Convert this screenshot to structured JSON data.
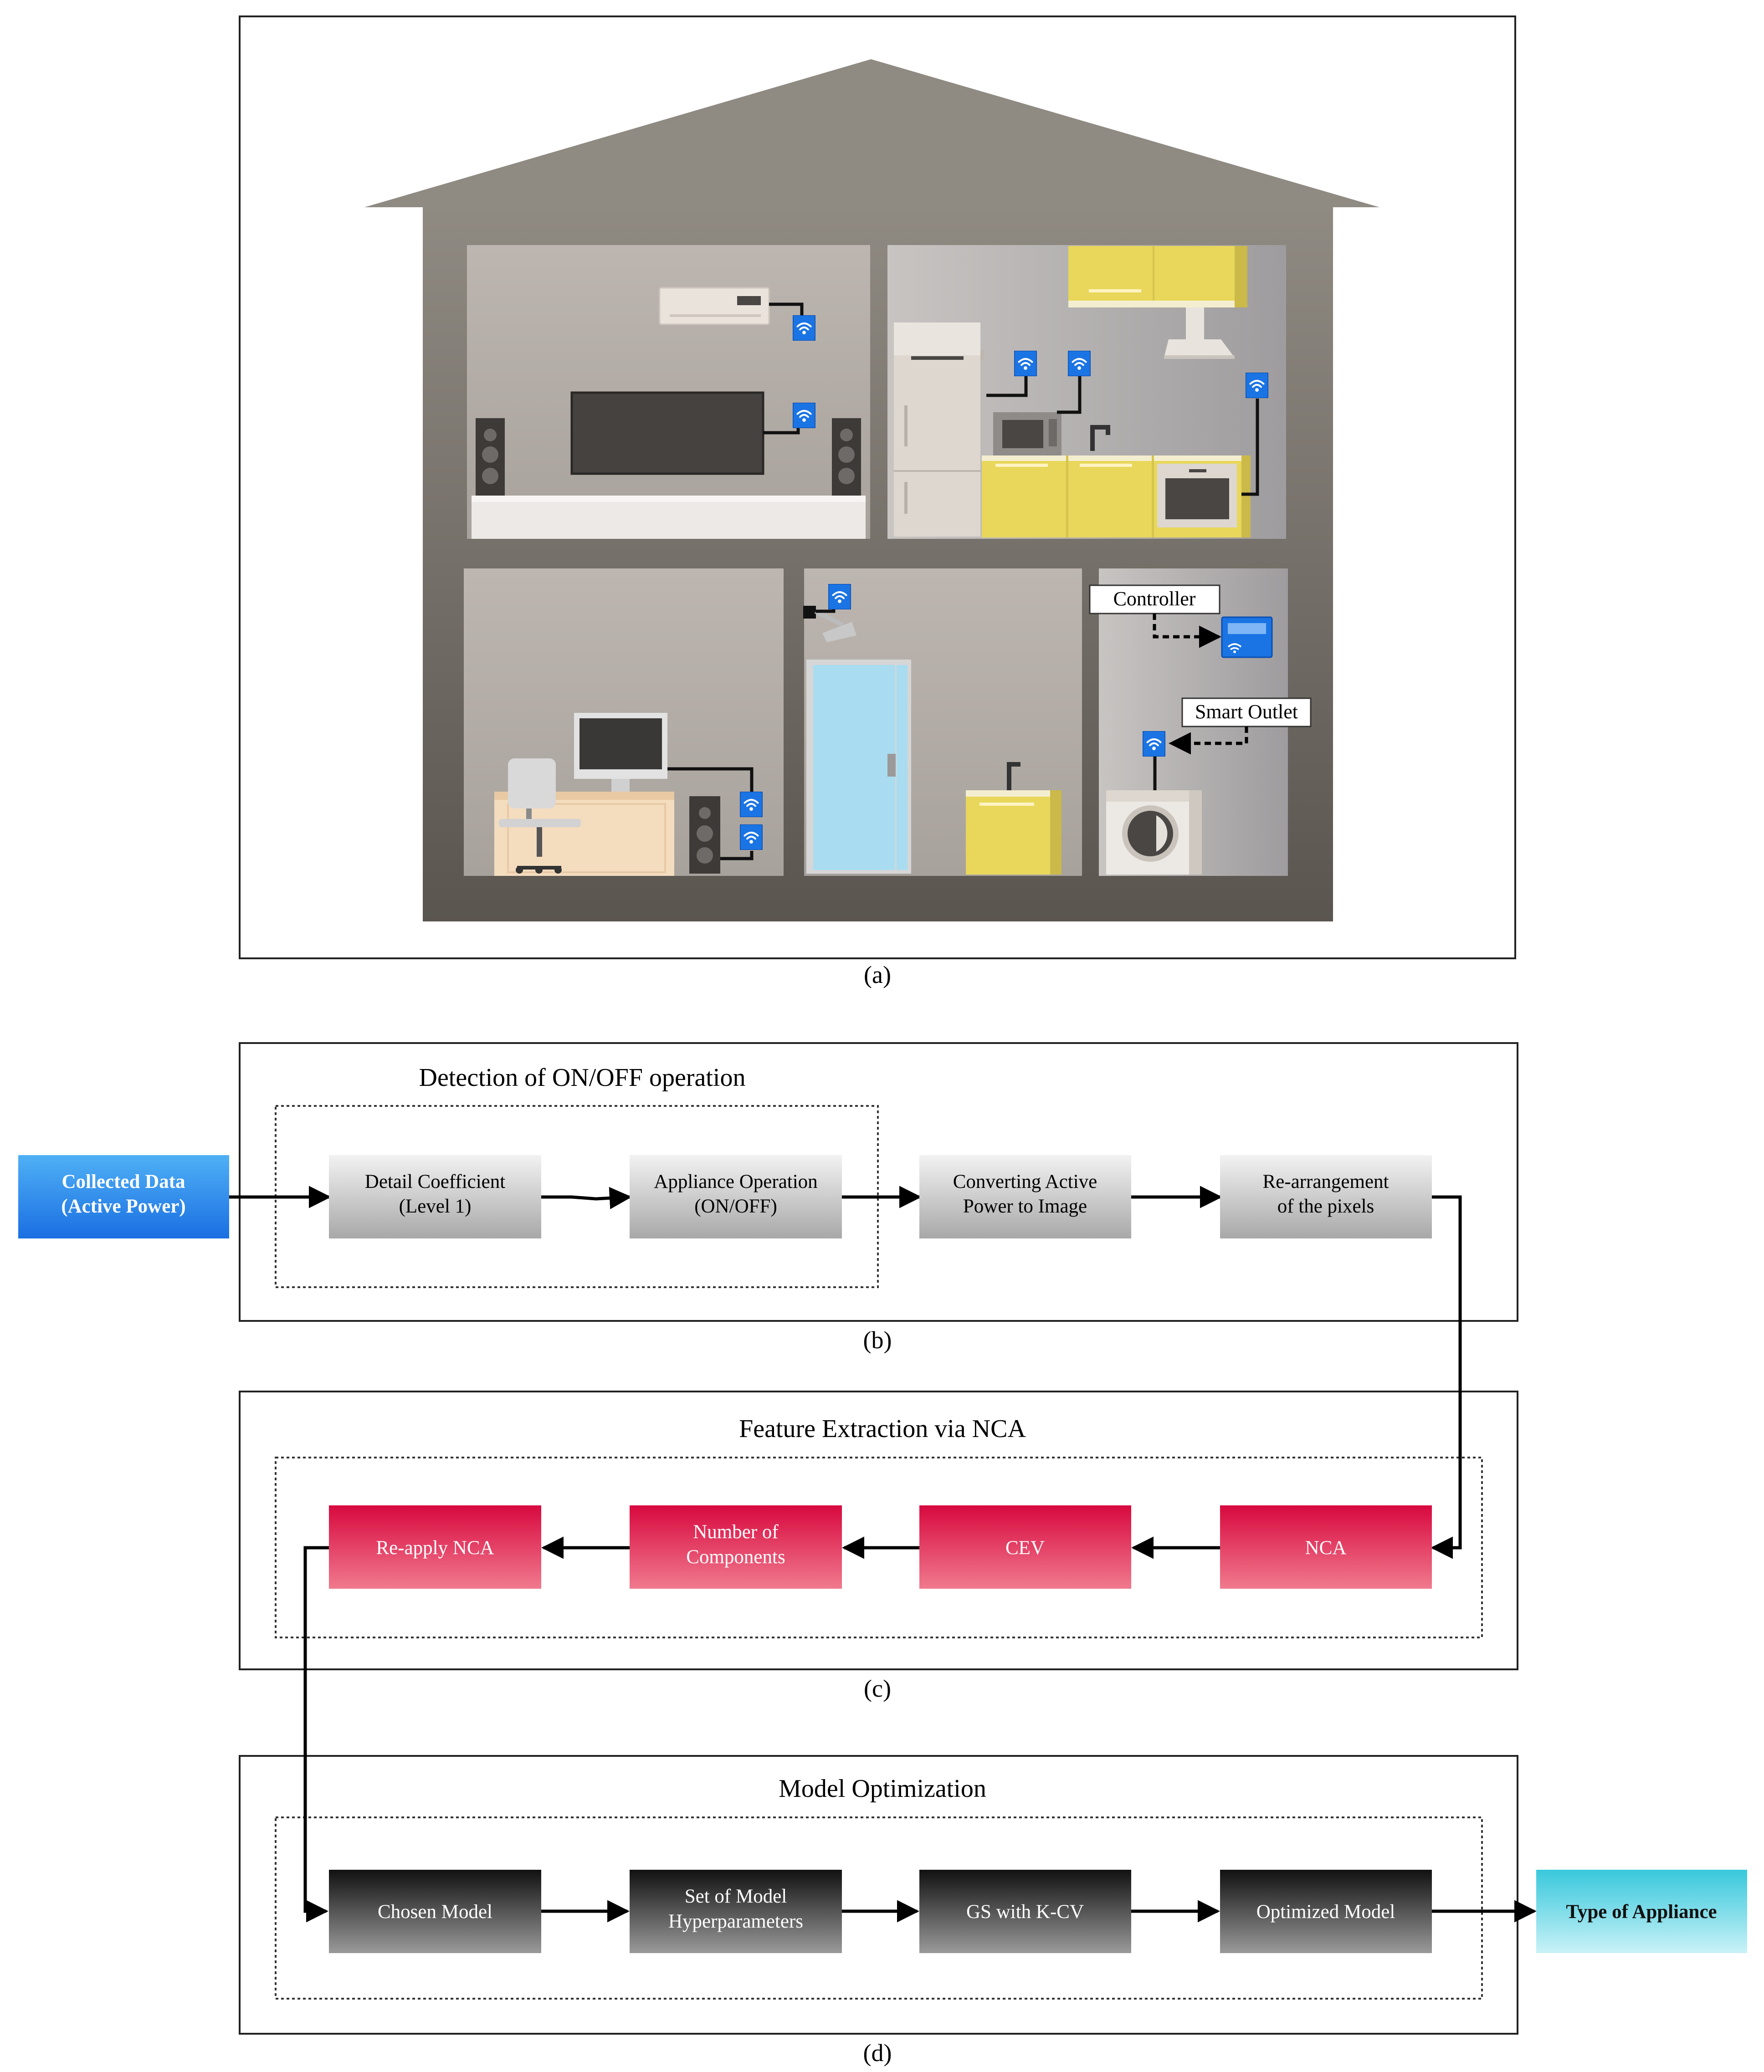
{
  "panels": {
    "a": {
      "caption": "(a)"
    },
    "b": {
      "caption": "(b)",
      "title": "Detection of ON/OFF operation"
    },
    "c": {
      "caption": "(c)",
      "title": "Feature Extraction via NCA"
    },
    "d": {
      "caption": "(d)",
      "title": "Model Optimization"
    }
  },
  "house": {
    "controller_label": "Controller",
    "smart_outlet_label": "Smart Outlet"
  },
  "flow": {
    "input": {
      "line1": "Collected Data",
      "line2": "(Active Power)"
    },
    "b_boxes": [
      {
        "line1": "Detail Coefficient",
        "line2": "(Level 1)"
      },
      {
        "line1": "Appliance Operation",
        "line2": "(ON/OFF)"
      },
      {
        "line1": "Converting Active",
        "line2": "Power to Image"
      },
      {
        "line1": "Re-arrangement",
        "line2": "of the pixels"
      }
    ],
    "c_boxes": [
      {
        "line1": "NCA",
        "line2": ""
      },
      {
        "line1": "CEV",
        "line2": ""
      },
      {
        "line1": "Number of",
        "line2": "Components"
      },
      {
        "line1": "Re-apply NCA",
        "line2": ""
      }
    ],
    "d_boxes": [
      {
        "line1": "Chosen Model",
        "line2": ""
      },
      {
        "line1": "Set of Model",
        "line2": "Hyperparameters"
      },
      {
        "line1": "GS with K-CV",
        "line2": ""
      },
      {
        "line1": "Optimized Model",
        "line2": ""
      }
    ],
    "output": {
      "line1": "Type of Appliance"
    }
  },
  "colors": {
    "wall_top": "#8d8880",
    "wall_bottom": "#5a554f",
    "room": "#b5aea8",
    "cabinet_yellow": "#e8d75a",
    "wifi_blue": "#1b74e4",
    "input_blue": "#2a8ef0",
    "gray_box": "#c8c8c8",
    "red_box": "#e2164f",
    "dark_box": "#2a2a2a",
    "output_cyan": "#9fe4ee"
  }
}
